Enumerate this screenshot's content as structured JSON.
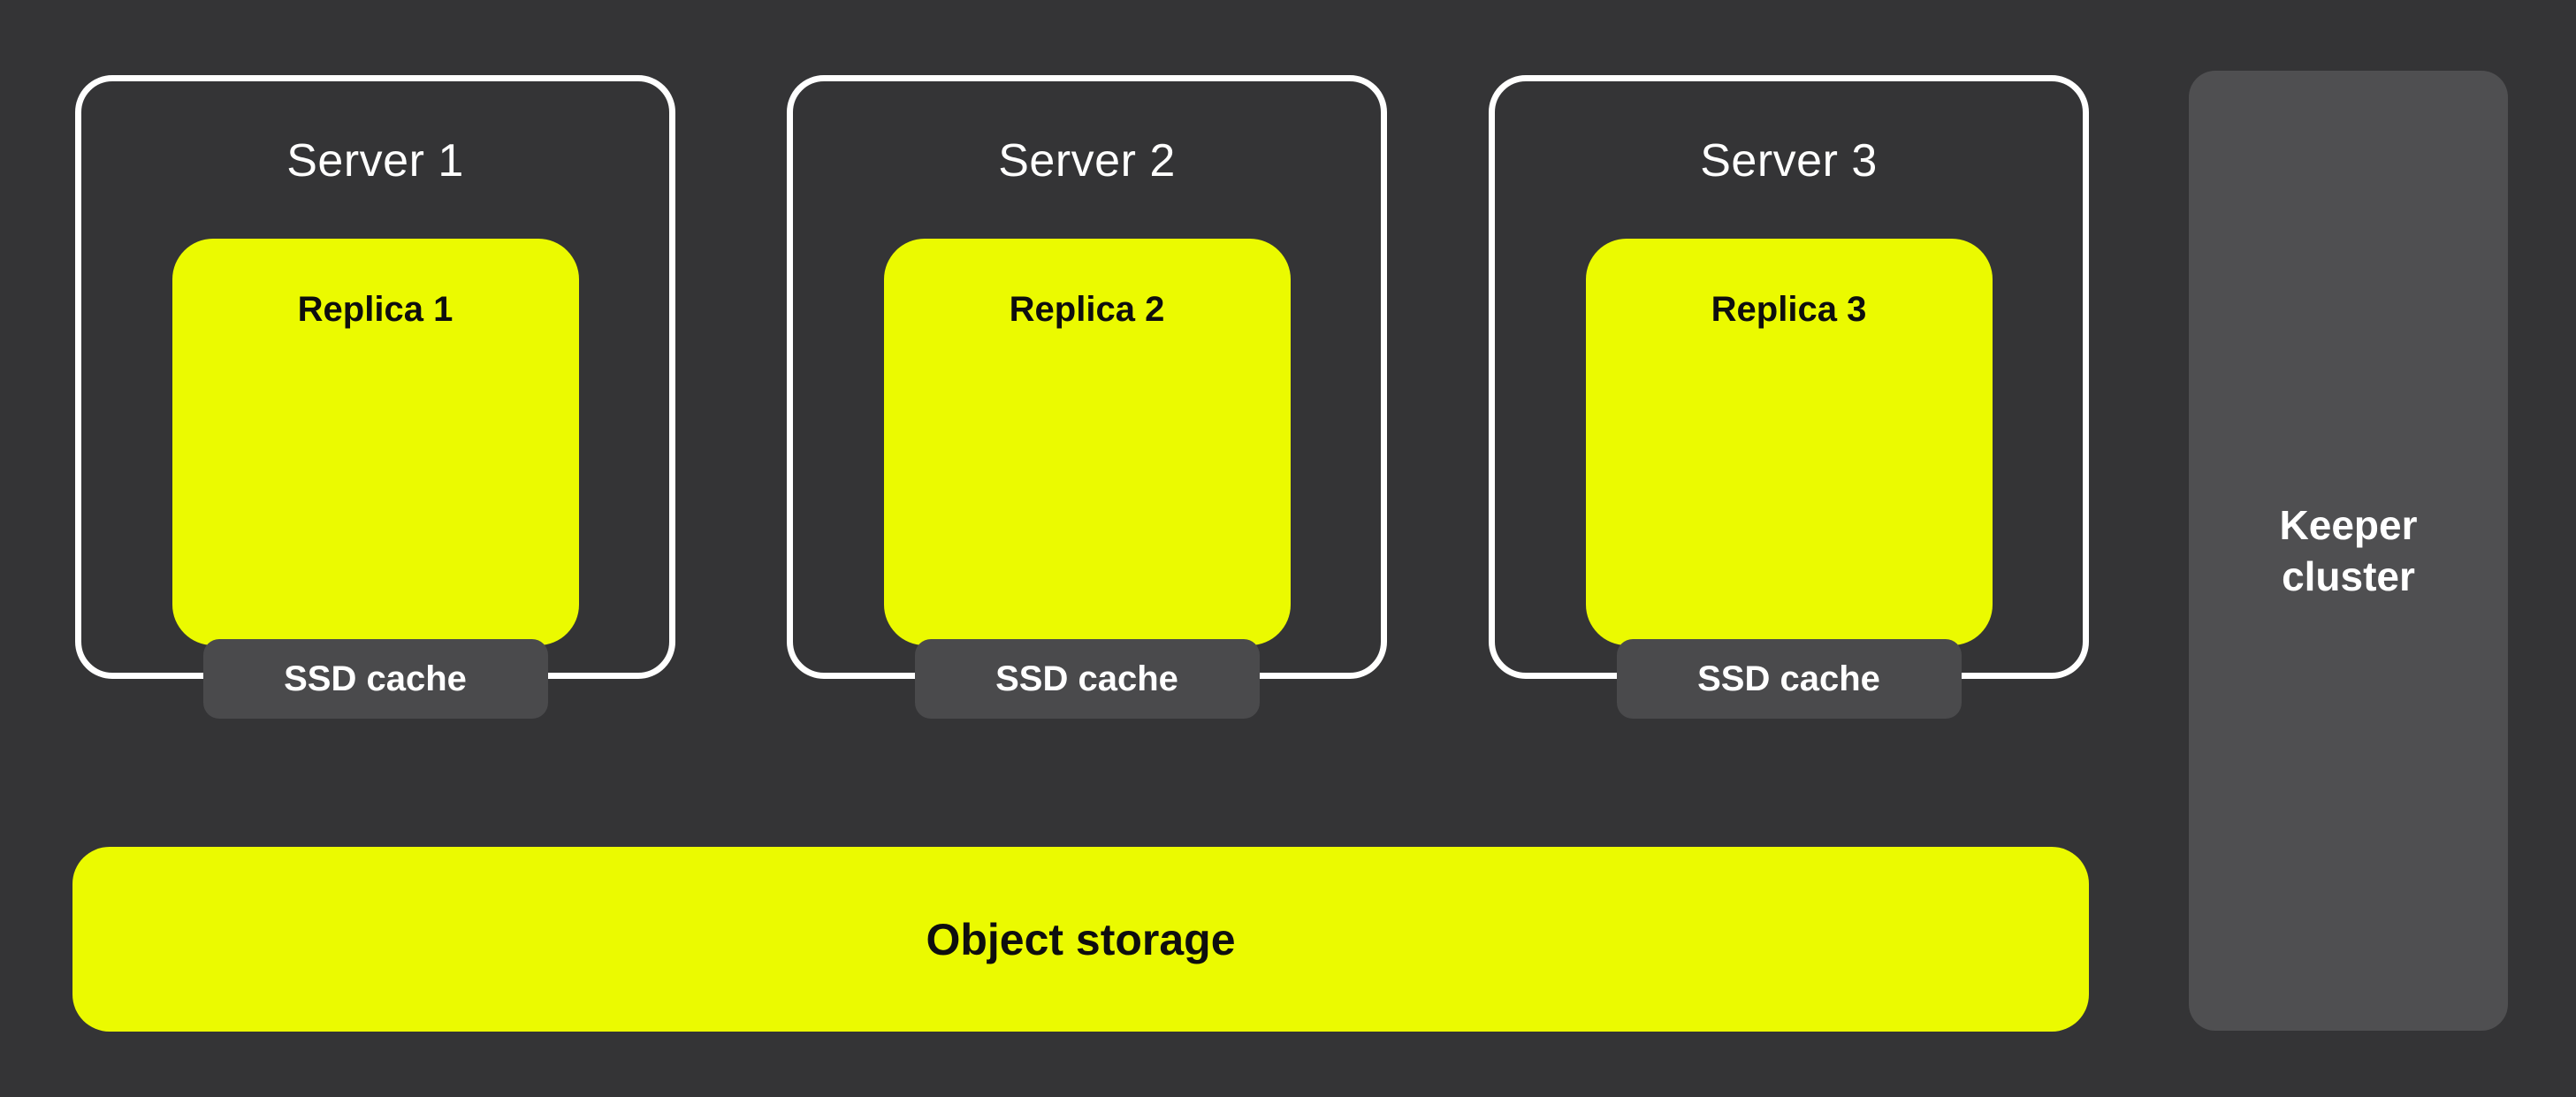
{
  "theme": {
    "bg": "#343436",
    "accent_yellow": "#EBFA00",
    "panel_gray": "#4F4F51",
    "badge_gray": "#4A4A4C",
    "border_white": "#FFFFFF",
    "text_dark": "#0E0E0E",
    "text_light": "#FFFFFF"
  },
  "diagram": {
    "servers": [
      {
        "label": "Server 1",
        "replica": "Replica 1",
        "cache": "SSD cache"
      },
      {
        "label": "Server 2",
        "replica": "Replica 2",
        "cache": "SSD cache"
      },
      {
        "label": "Server 3",
        "replica": "Replica 3",
        "cache": "SSD cache"
      }
    ],
    "keeper": {
      "line1": "Keeper",
      "line2": "cluster"
    },
    "object_storage": {
      "label": "Object storage"
    }
  }
}
